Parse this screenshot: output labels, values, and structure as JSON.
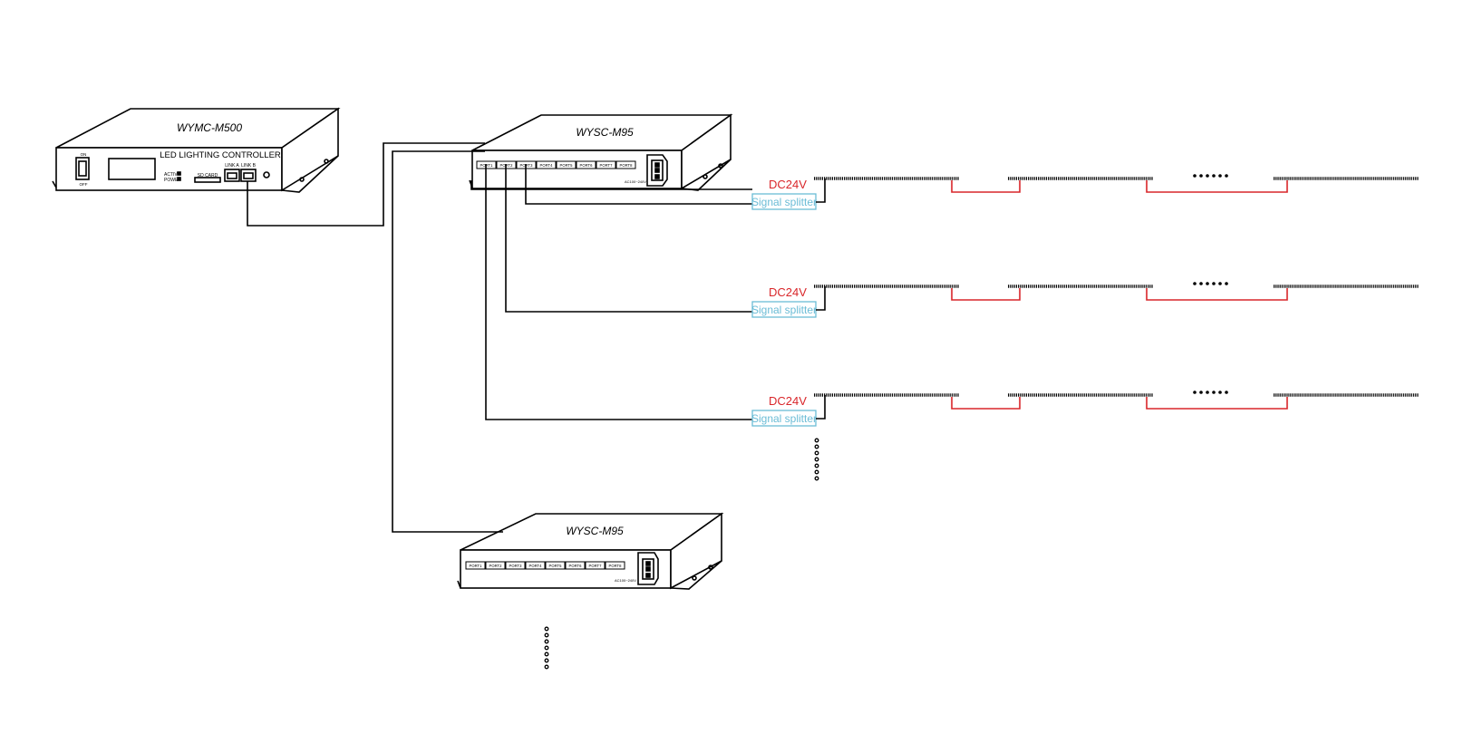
{
  "controller": {
    "model": "WYMC-M500",
    "panel_label": "LED LIGHTING CONTROLLER",
    "switch_on": "ON",
    "switch_off": "OFF",
    "indicator_active": "ACTIV",
    "indicator_power": "POWE",
    "sd_label": "SD CARD",
    "link_a": "LINK A",
    "link_b": "LINK B"
  },
  "splitter_box_top": {
    "model": "WYSC-M95",
    "ports": [
      "PORT1",
      "PORT2",
      "PORT3",
      "PORT4",
      "PORT5",
      "PORT6",
      "PORT7",
      "PORT8"
    ],
    "power_label": "AC100~240V"
  },
  "splitter_box_bottom": {
    "model": "WYSC-M95",
    "ports": [
      "PORT1",
      "PORT2",
      "PORT3",
      "PORT4",
      "PORT5",
      "PORT6",
      "PORT7",
      "PORT8"
    ],
    "power_label": "AC100~240V"
  },
  "channels": [
    {
      "voltage": "DC24V",
      "splitter": "Signal splitter"
    },
    {
      "voltage": "DC24V",
      "splitter": "Signal splitter"
    },
    {
      "voltage": "DC24V",
      "splitter": "Signal splitter"
    }
  ],
  "colors": {
    "line": "#000000",
    "power": "#d9262a",
    "splitter": "#6bbcd6"
  }
}
